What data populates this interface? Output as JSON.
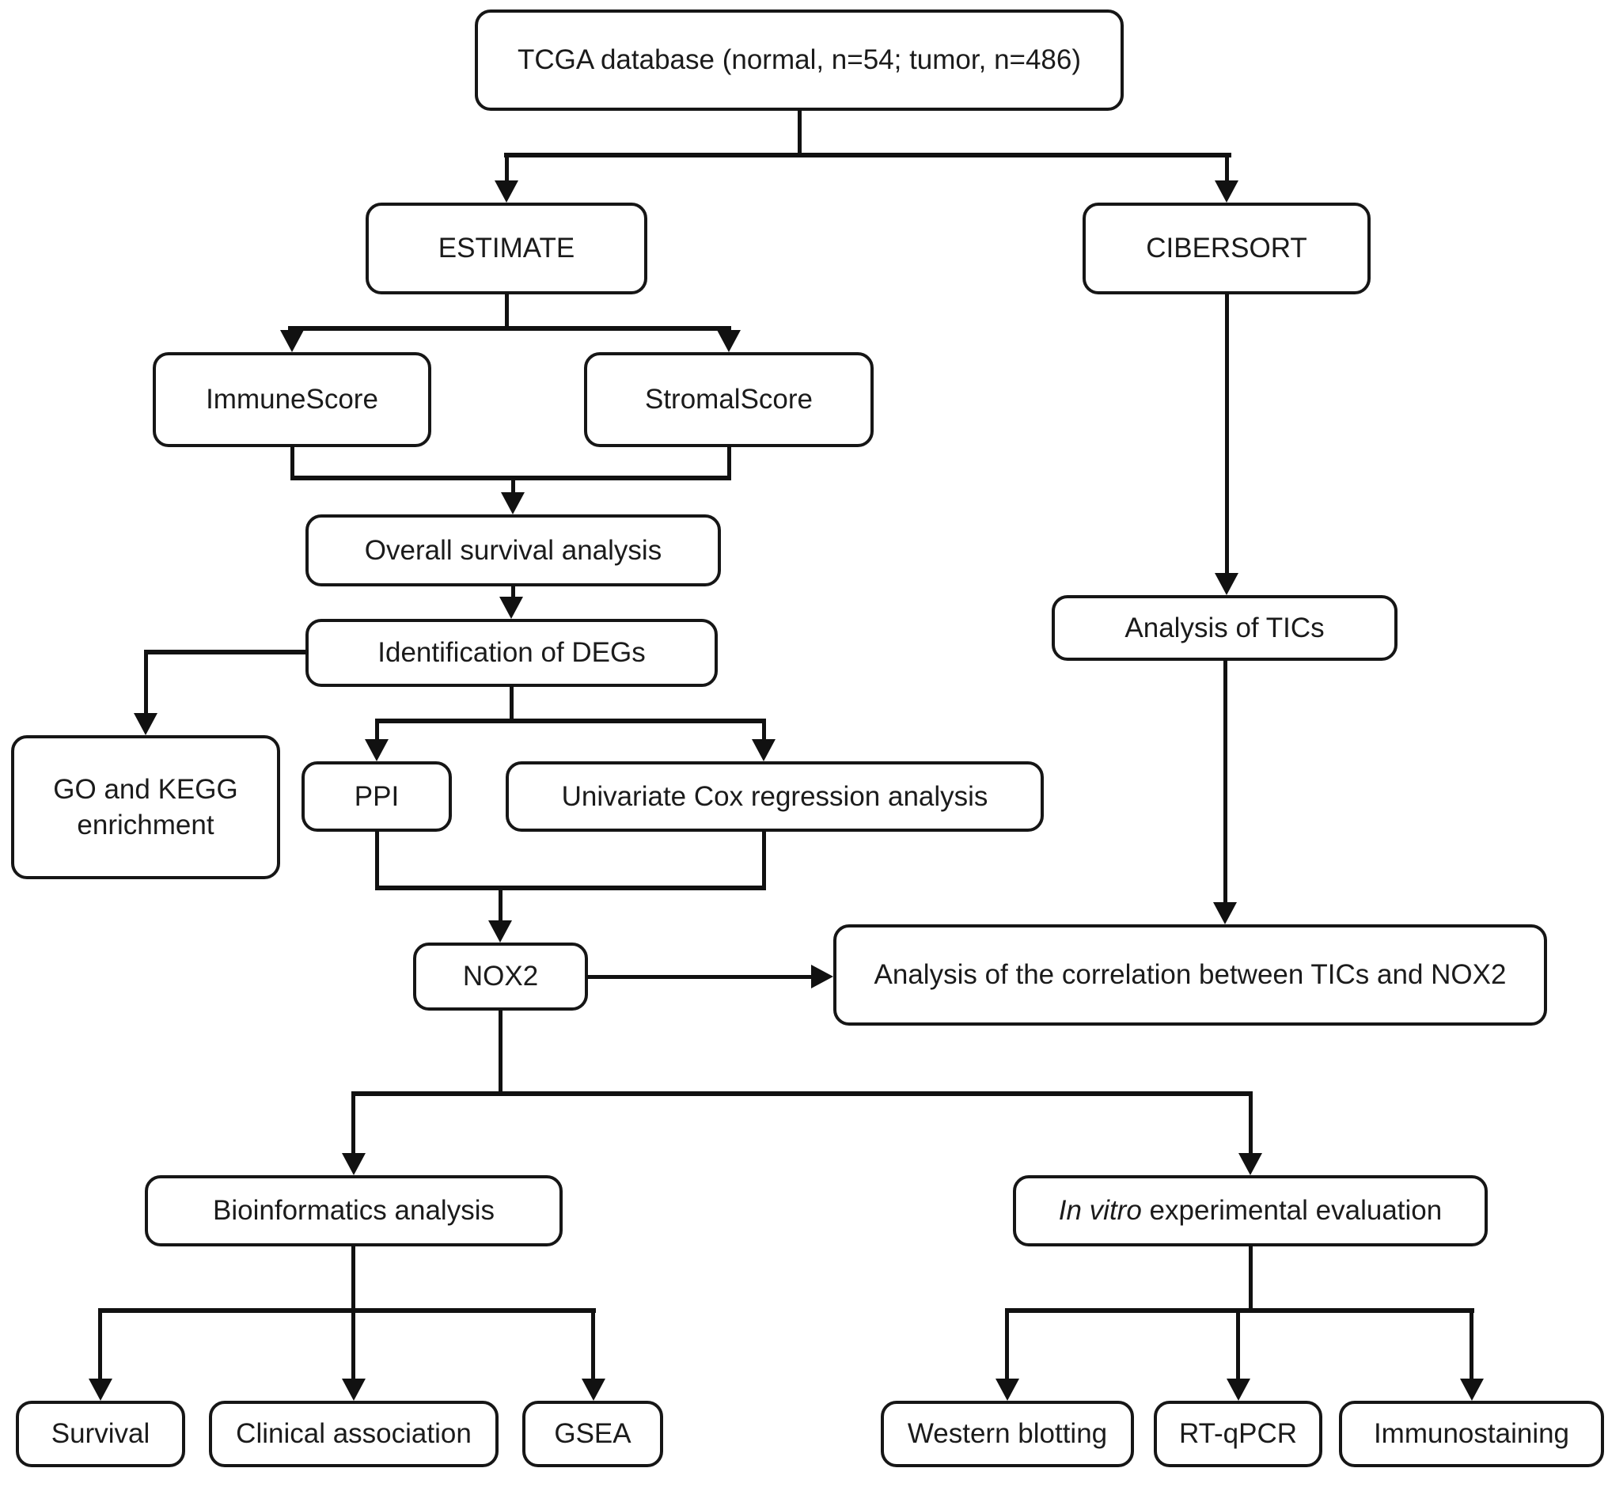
{
  "diagram": {
    "type": "flowchart",
    "nodes": {
      "tcga": {
        "label": "TCGA database (normal, n=54; tumor, n=486)"
      },
      "estimate": {
        "label": "ESTIMATE"
      },
      "cibersort": {
        "label": "CIBERSORT"
      },
      "immunescore": {
        "label": "ImmuneScore"
      },
      "stromalscore": {
        "label": "StromalScore"
      },
      "overall_survival": {
        "label": "Overall survival analysis"
      },
      "degs": {
        "label": "Identification of DEGs"
      },
      "go_kegg": {
        "label_line1": "GO and KEGG",
        "label_line2": "enrichment"
      },
      "ppi": {
        "label": "PPI"
      },
      "cox": {
        "label": "Univariate Cox regression analysis"
      },
      "nox2": {
        "label": "NOX2"
      },
      "tics": {
        "label": "Analysis of TICs"
      },
      "correlation": {
        "label": "Analysis of the correlation between TICs and NOX2"
      },
      "bioinformatics": {
        "label": "Bioinformatics analysis"
      },
      "invitro": {
        "label_italic": "In vitro",
        "label_rest": "experimental evaluation"
      },
      "survival": {
        "label": "Survival"
      },
      "clinical": {
        "label": "Clinical association"
      },
      "gsea": {
        "label": "GSEA"
      },
      "western": {
        "label": "Western blotting"
      },
      "rtqpcr": {
        "label": "RT-qPCR"
      },
      "immunostaining": {
        "label": "Immunostaining"
      }
    },
    "edges": [
      {
        "from": "tcga",
        "to": "estimate"
      },
      {
        "from": "tcga",
        "to": "cibersort"
      },
      {
        "from": "estimate",
        "to": "immunescore"
      },
      {
        "from": "estimate",
        "to": "stromalscore"
      },
      {
        "from": "immunescore",
        "to": "overall_survival"
      },
      {
        "from": "stromalscore",
        "to": "overall_survival"
      },
      {
        "from": "overall_survival",
        "to": "degs"
      },
      {
        "from": "degs",
        "to": "go_kegg"
      },
      {
        "from": "degs",
        "to": "ppi"
      },
      {
        "from": "degs",
        "to": "cox"
      },
      {
        "from": "ppi",
        "to": "nox2"
      },
      {
        "from": "cox",
        "to": "nox2"
      },
      {
        "from": "cibersort",
        "to": "tics"
      },
      {
        "from": "tics",
        "to": "correlation"
      },
      {
        "from": "nox2",
        "to": "correlation"
      },
      {
        "from": "nox2",
        "to": "bioinformatics"
      },
      {
        "from": "nox2",
        "to": "invitro"
      },
      {
        "from": "bioinformatics",
        "to": "survival"
      },
      {
        "from": "bioinformatics",
        "to": "clinical"
      },
      {
        "from": "bioinformatics",
        "to": "gsea"
      },
      {
        "from": "invitro",
        "to": "western"
      },
      {
        "from": "invitro",
        "to": "rtqpcr"
      },
      {
        "from": "invitro",
        "to": "immunostaining"
      }
    ],
    "colors": {
      "line": "#111111",
      "box_border": "#161616",
      "box_fill": "#ffffff",
      "text": "#1b1b1b",
      "background": "#ffffff"
    }
  }
}
